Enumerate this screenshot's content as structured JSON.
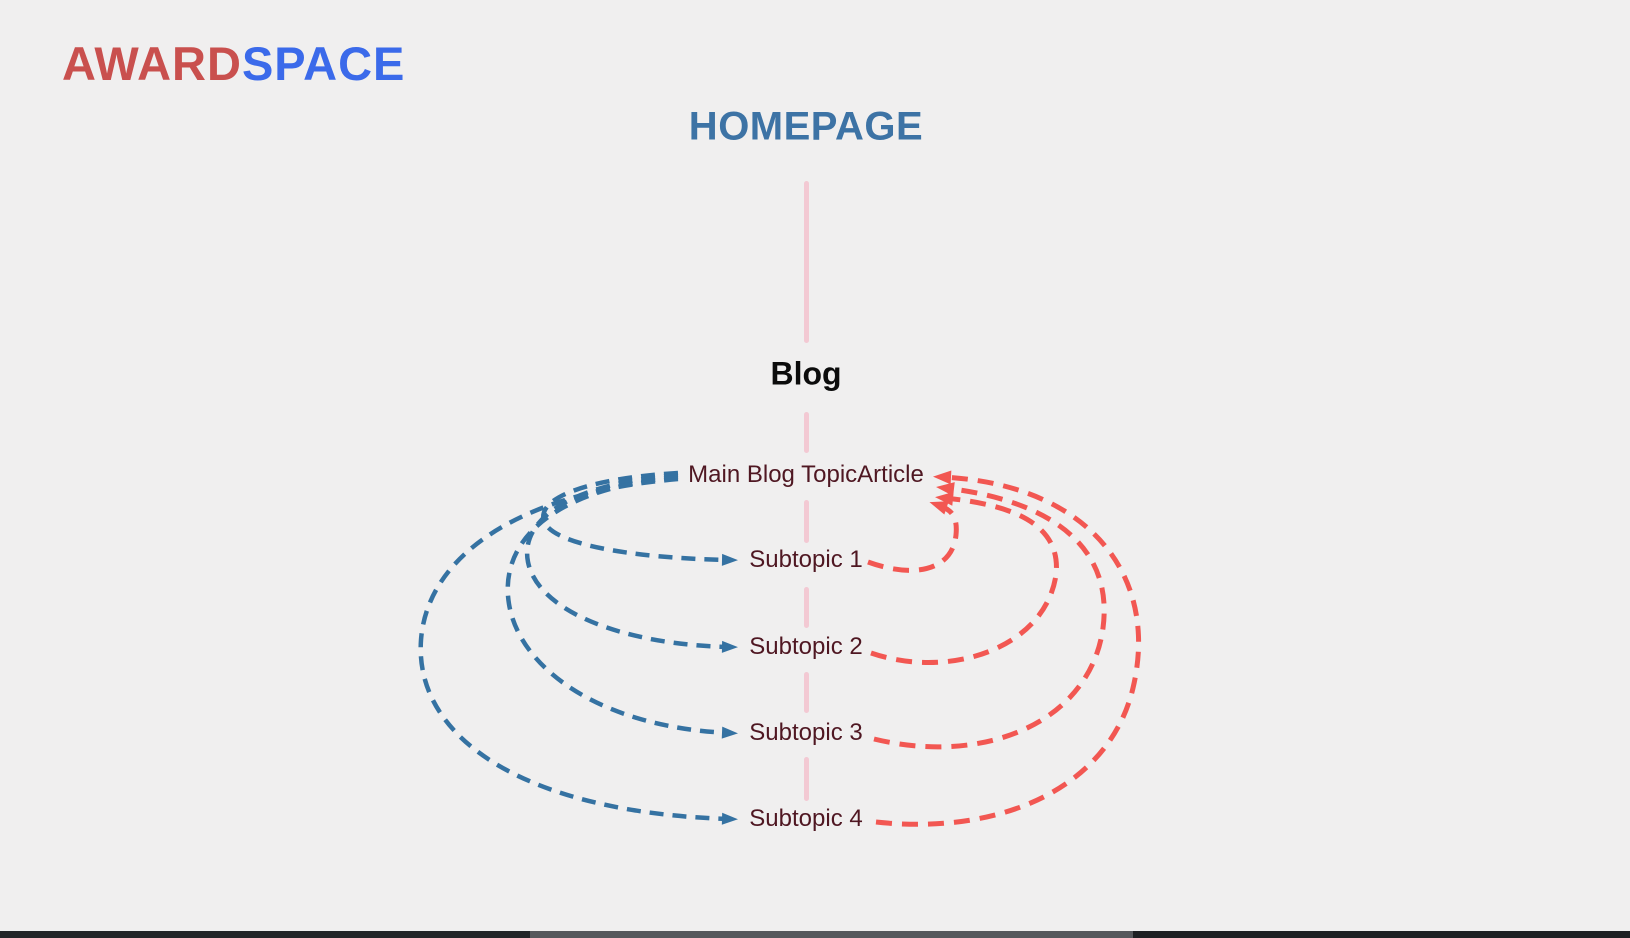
{
  "brand": {
    "name_red_part": "AWARD",
    "name_blue_part": "SPACE"
  },
  "diagram": {
    "title": "HOMEPAGE",
    "root_label": "Blog",
    "main_topic_label": "Main Blog TopicArticle",
    "subtopics": [
      "Subtopic 1",
      "Subtopic 2",
      "Subtopic 3",
      "Subtopic 4"
    ],
    "link_structure": {
      "blue_arrows": "main topic links out to each subtopic",
      "red_arrows": "each subtopic links back to main topic"
    }
  },
  "colors": {
    "background": "#f0efef",
    "logo_red": "#c9504e",
    "logo_blue": "#3b6aea",
    "title_blue": "#3d73a5",
    "arrow_blue": "#3572a2",
    "arrow_red": "#f25752",
    "connector_pink": "#f3c9d3",
    "label_maroon": "#4f1722",
    "scrollbar_dark": "#232528",
    "scrollbar_thumb": "#56585c"
  }
}
